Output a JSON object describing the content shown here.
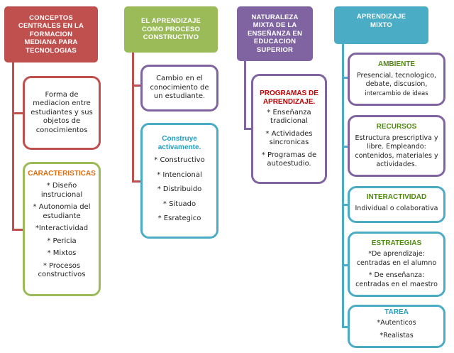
{
  "col1": {
    "header": [
      "CONCEPTOS",
      "CENTRALES   EN LA",
      "FORMACION",
      "MEDIANA PARA",
      "TECNOLOGIAS"
    ],
    "definition": [
      "Forma de",
      "mediacion entre",
      "estudiantes y sus",
      "objetos de",
      "conocimientos"
    ],
    "characteristics_title": "CARACTERISTICAS",
    "characteristics": [
      "*  Diseño",
      "instrucional",
      "* Autonomia del",
      "estudiante",
      "*Interactividad",
      "* Pericia",
      "* Mixtos",
      "* Procesos",
      "constructivos"
    ]
  },
  "col2": {
    "header": [
      "EL APRENDIZAJE",
      "COMO PROCESO",
      "CONSTRUCTIVO"
    ],
    "change": [
      "Cambio en el",
      "conocimiento de",
      "un estudiante."
    ],
    "builds_title": [
      "Construye",
      "activamente."
    ],
    "builds": [
      "* Constructivo",
      "* Intencional",
      "* Distribuido",
      "* Situado",
      "* Esrategico"
    ]
  },
  "col3": {
    "header": [
      "NATURALEZA",
      "MIXTA DE LA",
      "ENSEÑANZA EN",
      "EDUCACION",
      "SUPERIOR"
    ],
    "programs_title": [
      "PROGRAMAS DE",
      "APRENDIZAJE."
    ],
    "programs": [
      "* Enseñanza",
      "tradicional",
      "* Actividades",
      "sincronicas",
      "* Programas de",
      "autoestudio."
    ]
  },
  "col4": {
    "header": [
      "APRENDIZAJE",
      "MIXTO"
    ],
    "ambiente": {
      "title": "AMBIENTE",
      "lines": [
        "Presencial, tecnologico,",
        "debate, discusion,",
        "intercambio de ideas"
      ]
    },
    "recursos": {
      "title": "RECURSOS",
      "lines": [
        "Estructura prescriptiva y",
        "libre. Empleando:",
        "contenidos, materiales y",
        "actividades."
      ]
    },
    "interactividad": {
      "title": "INTERACTIVIDAD",
      "lines": [
        "Individual o colaborativa"
      ]
    },
    "estrategias": {
      "title": "ESTRATEGIAS",
      "lines": [
        "*De aprendizaje:",
        "centradas en el alumno",
        "* De enseñanza:",
        "centradas en el maestro"
      ]
    },
    "tarea": {
      "title": "TAREA",
      "lines": [
        "*Autenticos",
        "*Realistas"
      ]
    }
  },
  "colors": {
    "red": "#c0504d",
    "green": "#9bbb59",
    "purple": "#8064a2",
    "teal": "#4bacc6",
    "orange_text": "#e36c0a",
    "teal_text": "#1f9ec0",
    "red_text": "#c00000",
    "green_text": "#4f8a10"
  }
}
